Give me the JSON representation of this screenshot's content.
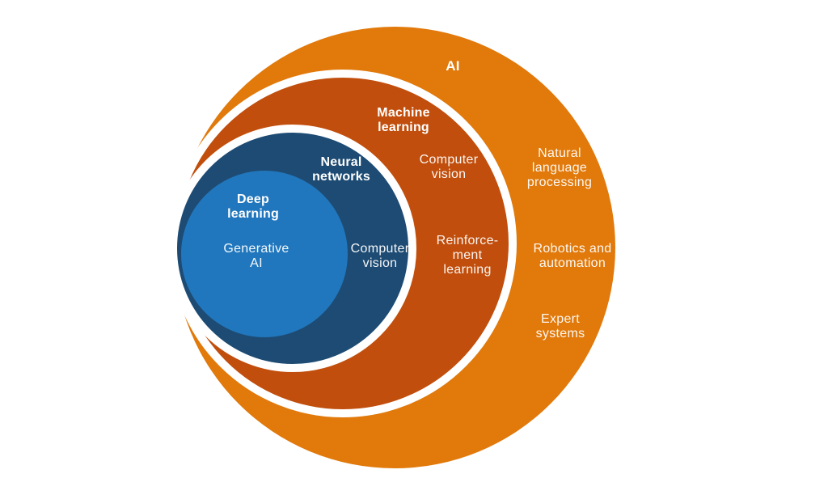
{
  "canvas": {
    "background": "#FFFFFF",
    "description": "Nested circles diagram of AI concepts"
  },
  "colors": {
    "ai_ring": "#E1790B",
    "machine_learning_ring": "#C14E0C",
    "neural_networks_ring": "#1D4B73",
    "deep_learning_ring": "#2177BD",
    "ring_separator": "#FFFFFF",
    "label_text": "#FFFFFF"
  },
  "rings": {
    "ai": {
      "label": "AI",
      "items": {
        "nlp": "Natural\nlanguage\nprocessing",
        "robotics": "Robotics and\nautomation",
        "expert_systems": "Expert\nsystems"
      }
    },
    "machine_learning": {
      "label": "Machine\nlearning",
      "items": {
        "computer_vision": "Computer\nvision",
        "reinforcement_learning": "Reinforce-\nment\nlearning"
      }
    },
    "neural_networks": {
      "label": "Neural\nnetworks",
      "items": {
        "computer_vision": "Computer\nvision"
      }
    },
    "deep_learning": {
      "label": "Deep\nlearning",
      "items": {
        "generative_ai": "Generative\nAI"
      }
    }
  }
}
